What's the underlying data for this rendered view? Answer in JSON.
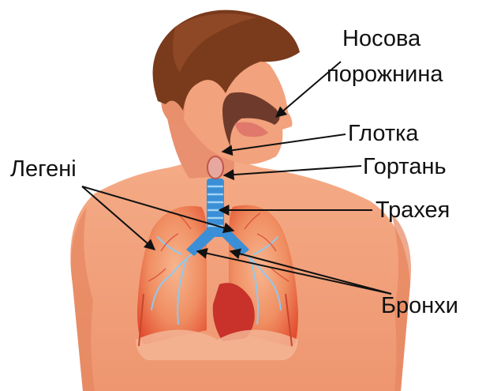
{
  "labels": {
    "nasal_cavity_line1": "Носова",
    "nasal_cavity_line2": "порожнина",
    "pharynx": "Глотка",
    "larynx": "Гортань",
    "lungs": "Легені",
    "trachea": "Трахея",
    "bronchi": "Бронхи"
  },
  "colors": {
    "skin": "#f2a27c",
    "skin_shade": "#e07e58",
    "hair": "#7a3a1c",
    "lung": "#e94a2e",
    "lung_inner": "#f7b58e",
    "trachea": "#3a8fd6",
    "bronchi_light": "#8ec9f0",
    "pointer": "#111111"
  }
}
